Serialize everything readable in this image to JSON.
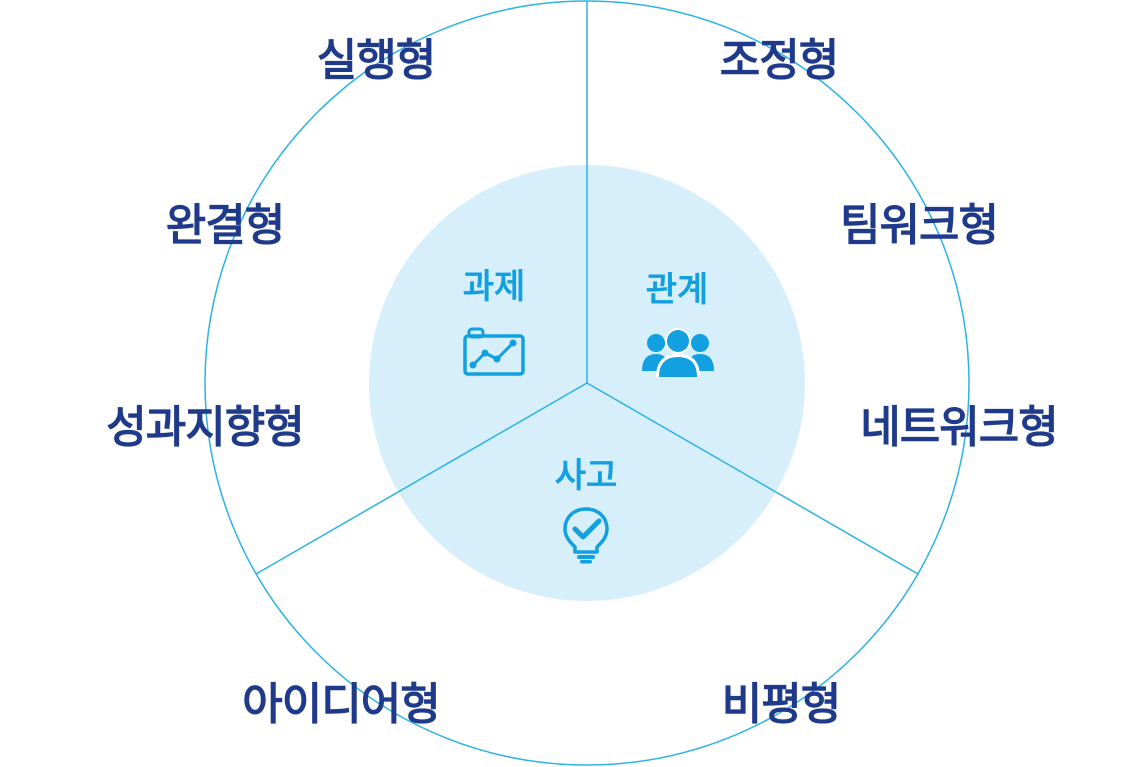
{
  "colors": {
    "outer_text": "#1f3a8a",
    "inner_text": "#12a0e0",
    "line": "#2bb3e6",
    "inner_fill": "#d6effb",
    "icon": "#12a0e0"
  },
  "inner": {
    "task": {
      "label": "과제",
      "icon": "presentation-chart-icon"
    },
    "relation": {
      "label": "관계",
      "icon": "people-group-icon"
    },
    "thinking": {
      "label": "사고",
      "icon": "lightbulb-check-icon"
    }
  },
  "outer": {
    "execution": "실행형",
    "coordination": "조정형",
    "completion": "완결형",
    "teamwork": "팀워크형",
    "performance": "성과지향형",
    "network": "네트워크형",
    "idea": "아이디어형",
    "critique": "비평형"
  }
}
